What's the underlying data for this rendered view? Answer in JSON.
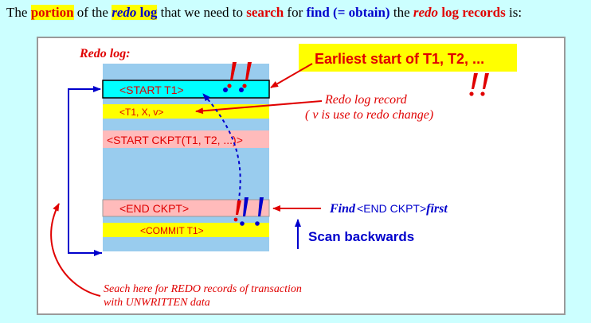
{
  "caption": {
    "p1": "The ",
    "portion": "portion",
    "p2": " of the ",
    "redo1": "redo",
    "log": " log",
    "p3": " that we need to ",
    "search": "search",
    "p4": " for ",
    "find": "find (= obtain)",
    "p5": " the ",
    "redo2": "redo",
    "records": " log records",
    "p6": " is:"
  },
  "diagram": {
    "title": "Redo  log:",
    "callout": "Earliest start of T1, T2, ...",
    "records": {
      "start_t1": "<START  T1>",
      "t1xv": "<T1, X, v>",
      "start_ckpt": "<START  CKPT(T1, T2, ...)>",
      "end_ckpt": "<END  CKPT>",
      "commit_t1": "<COMMIT  T1>"
    },
    "redo_record_title": "Redo log record",
    "redo_record_sub": "( v   is use to redo change)",
    "find_word": "Find",
    "find_end": "<END  CKPT>",
    "find_first": "first",
    "scan": "Scan backwards",
    "search_line1": "Seach here for REDO records of transaction",
    "search_line2": "with UNWRITTEN data"
  },
  "colors": {
    "background": "#ccffff",
    "log_column": "#99ccee",
    "cyan_record": "#00ffff",
    "yellow_record": "#ffff00",
    "pink_record": "#ffbbbb",
    "red": "#e00000",
    "blue": "#0000cc"
  }
}
